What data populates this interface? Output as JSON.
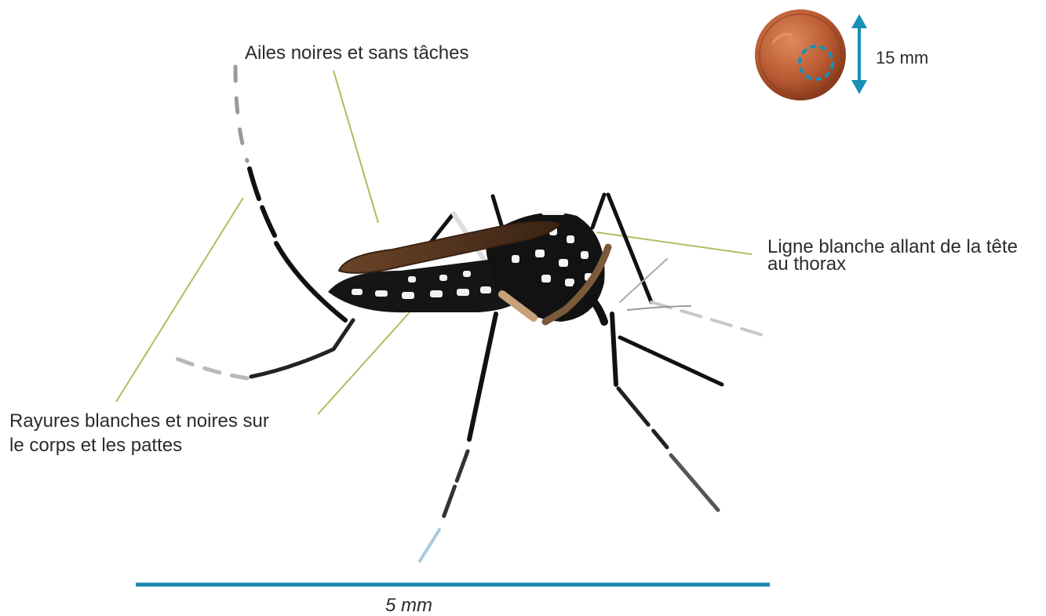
{
  "labels": {
    "wings": "Ailes noires et sans tâches",
    "white_line": [
      "Ligne blanche allant de la tête",
      "au thorax"
    ],
    "stripes": [
      "Rayures blanches et noires sur",
      "le corps et les pattes"
    ],
    "coin_size": "15 mm",
    "scale": "5 mm"
  },
  "colors": {
    "leader_line": "#a8c060",
    "scale_bar": "#1a85b0",
    "coin_arrow": "#1a8fb8",
    "coin": "#c0623a",
    "mosquito_body": "#151515",
    "wing": "#5a3a22"
  }
}
